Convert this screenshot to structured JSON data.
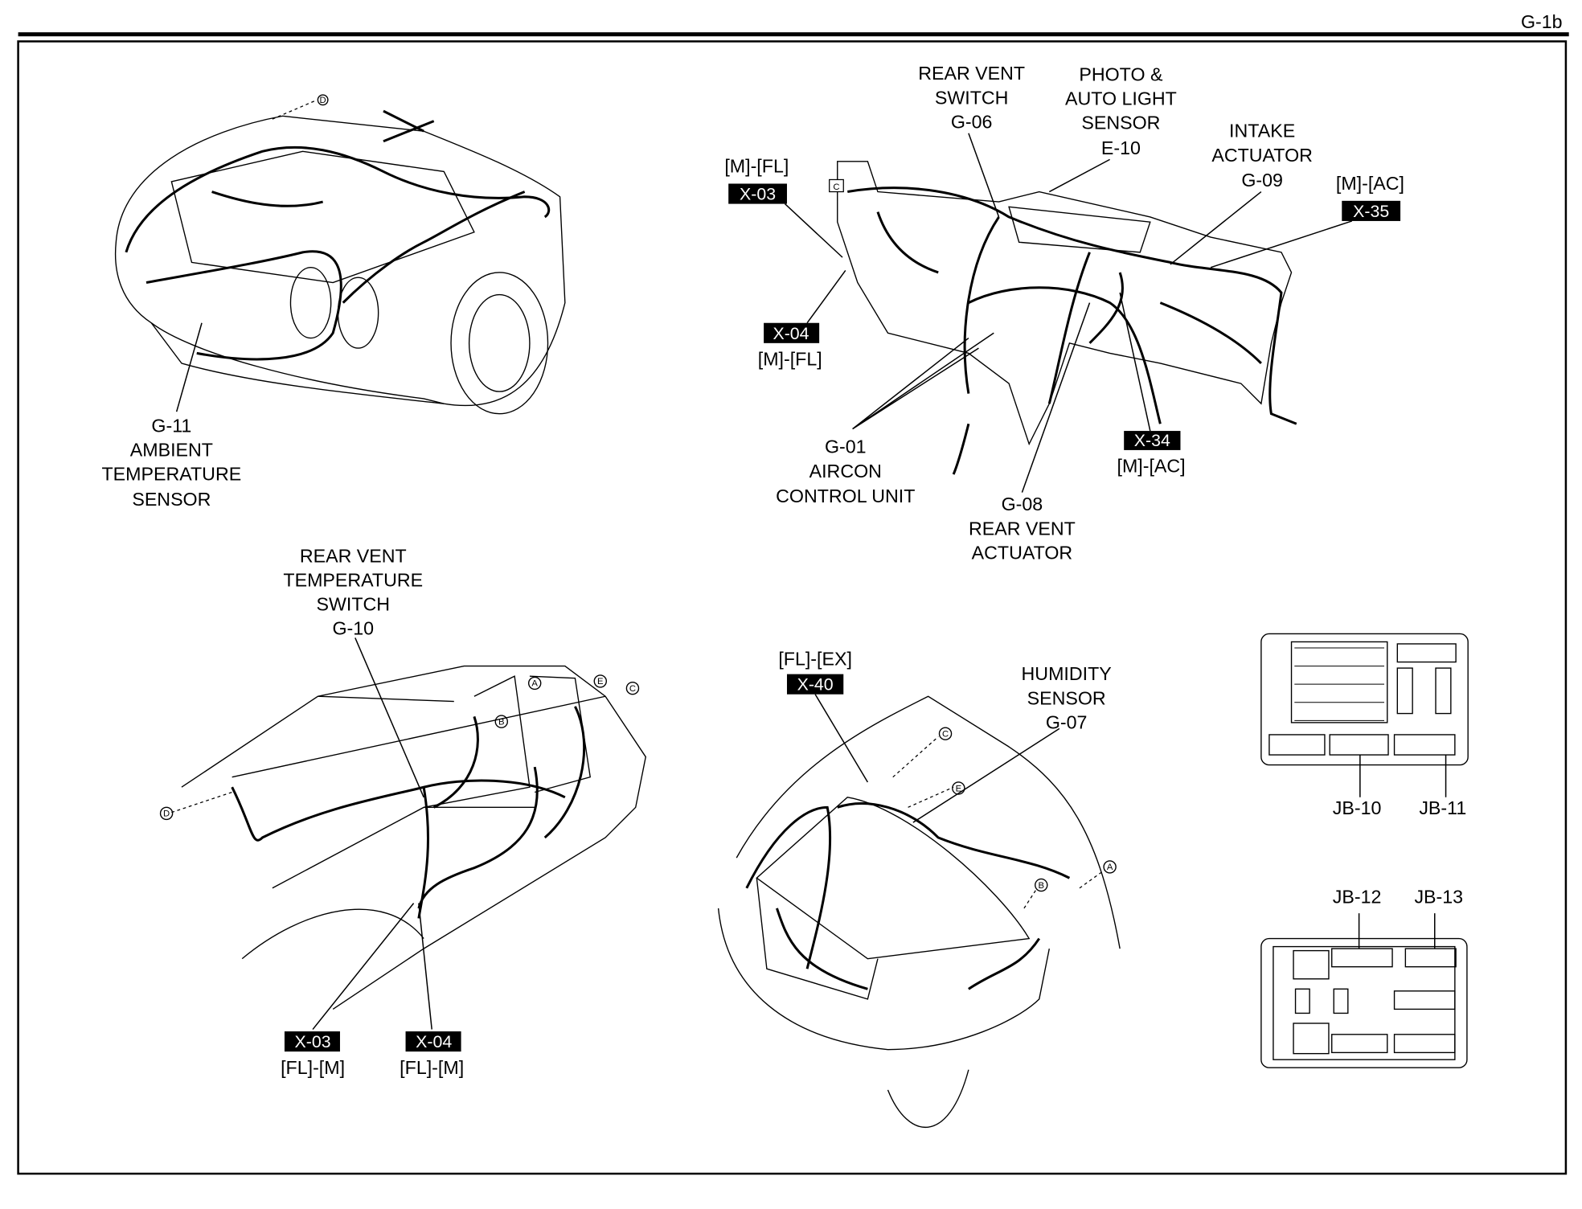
{
  "page_id": "G-1b",
  "front_engine_view": {
    "ambient_sensor": [
      "G-11",
      "AMBIENT",
      "TEMPERATURE",
      "SENSOR"
    ],
    "markers": [
      "D"
    ]
  },
  "dashboard_view": {
    "rear_vent_switch": [
      "REAR VENT",
      "SWITCH",
      "G-06"
    ],
    "photo_sensor": [
      "PHOTO &",
      "AUTO LIGHT",
      "SENSOR",
      "E-10"
    ],
    "intake_actuator": [
      "INTAKE",
      "ACTUATOR",
      "G-09"
    ],
    "x35": {
      "harness": "[M]-[AC]",
      "connector": "X-35"
    },
    "x03": {
      "harness": "[M]-[FL]",
      "connector": "X-03"
    },
    "x04": {
      "harness": "[M]-[FL]",
      "connector": "X-04"
    },
    "x34": {
      "harness": "[M]-[AC]",
      "connector": "X-34"
    },
    "aircon_unit": [
      "G-01",
      "AIRCON",
      "CONTROL UNIT"
    ],
    "rear_vent_actuator": [
      "G-08",
      "REAR VENT",
      "ACTUATOR"
    ],
    "marker_c": "C"
  },
  "side_view": {
    "rear_vent_temp_switch": [
      "REAR VENT",
      "TEMPERATURE",
      "SWITCH",
      "G-10"
    ],
    "x03": {
      "connector": "X-03",
      "harness": "[FL]-[M]"
    },
    "x04": {
      "connector": "X-04",
      "harness": "[FL]-[M]"
    },
    "markers": [
      "A",
      "B",
      "C",
      "D",
      "E"
    ]
  },
  "rear_view": {
    "x40": {
      "harness": "[FL]-[EX]",
      "connector": "X-40"
    },
    "humidity_sensor": [
      "HUMIDITY",
      "SENSOR",
      "G-07"
    ],
    "markers": [
      "A",
      "B",
      "C",
      "E"
    ]
  },
  "junction_boxes": {
    "upper": [
      "JB-10",
      "JB-11"
    ],
    "lower": [
      "JB-12",
      "JB-13"
    ]
  }
}
